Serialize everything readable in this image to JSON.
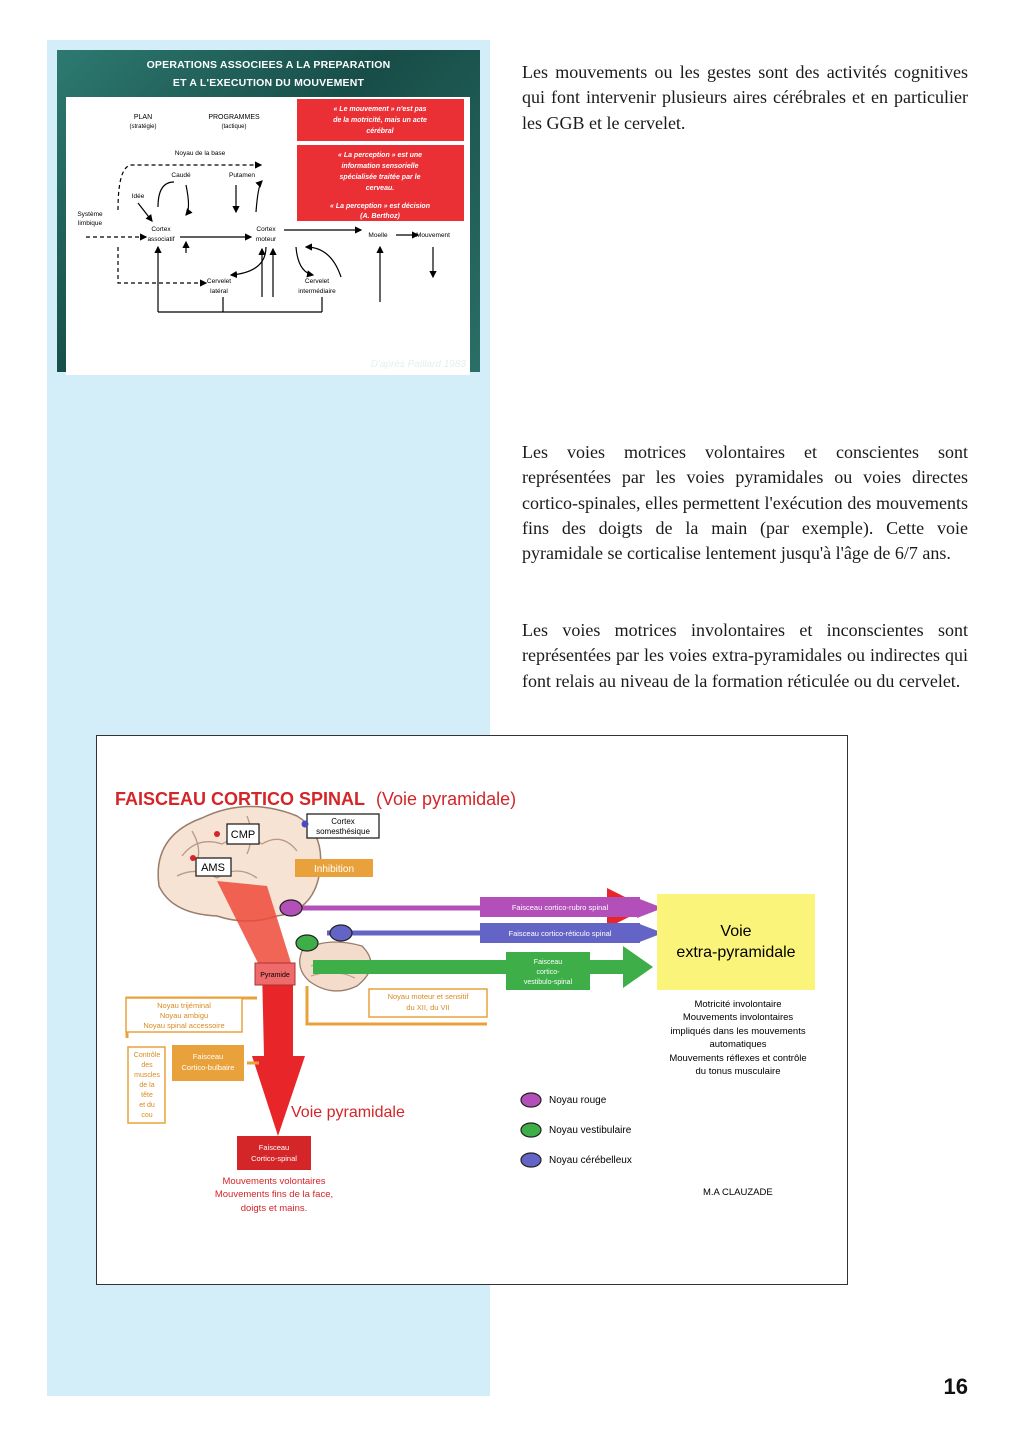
{
  "figure1": {
    "title_line1": "OPERATIONS ASSOCIEES A LA PREPARATION",
    "title_line2": "ET A L'EXECUTION DU MOUVEMENT",
    "plan": "PLAN",
    "plan_sub": "(stratégie)",
    "programmes": "PROGRAMMES",
    "programmes_sub": "(tactique)",
    "noyau_base": "Noyau de la base",
    "caude": "Caudé",
    "putamen": "Putamen",
    "idee": "Idée",
    "systeme": "Système",
    "limbique": "limbique",
    "cortex_assoc_1": "Cortex",
    "cortex_assoc_2": "associatif",
    "cortex_moteur_1": "Cortex",
    "cortex_moteur_2": "moteur",
    "moelle": "Moelle",
    "mouvement": "Mouvement",
    "cervelet_lat_1": "Cervelet",
    "cervelet_lat_2": "latéral",
    "cervelet_int_1": "Cervelet",
    "cervelet_int_2": "intermédiaire",
    "quote1_l1": "« Le mouvement » n'est pas",
    "quote1_l2": "de la motricité, mais un acte",
    "quote1_l3": "cérébral",
    "quote2_l1": "« La perception » est une",
    "quote2_l2": "information sensorielle",
    "quote2_l3": "spécialisée traitée par le",
    "quote2_l4": "cerveau.",
    "quote3_l1": "« La perception » est décision",
    "quote3_l2": "(A. Berthoz)",
    "credit": "D'après Paillard 1983"
  },
  "paragraphs": {
    "p1": "Les mouvements ou les gestes sont des activités cognitives qui font intervenir plusieurs aires cérébrales et en particulier les GGB et le cervelet.",
    "p2": "Les voies motrices volontaires et conscientes sont représentées par les voies pyramidales ou voies directes cortico-spinales, elles permettent l'exécution des mouvements fins des doigts de la main (par exemple). Cette voie pyramidale se corticalise lentement jusqu'à l'âge de 6/7 ans.",
    "p3": "Les voies motrices involontaires et inconscientes sont représentées par les voies extra-pyramidales ou indirectes qui font relais au niveau de la formation réticulée ou du cervelet."
  },
  "figure2": {
    "title_bold": "FAISCEAU CORTICO SPINAL",
    "title_rest": "(Voie pyramidale)",
    "cortex_somes_1": "Cortex",
    "cortex_somes_2": "somesthésique",
    "cmp": "CMP",
    "ams": "AMS",
    "inhibition": "Inhibition",
    "rubro": "Faisceau cortico-rubro spinal",
    "reticulo": "Faisceau cortico-réticulo spinal",
    "vestibulo_1": "Faisceau",
    "vestibulo_2": "cortico-",
    "vestibulo_3": "vestibulo-spinal",
    "extra_1": "Voie",
    "extra_2": "extra-pyramidale",
    "desc_1": "Motricité involontaire",
    "desc_2": "Mouvements involontaires",
    "desc_3": "impliqués dans les mouvements",
    "desc_4": "automatiques",
    "desc_5": "Mouvements réflexes et contrôle",
    "desc_6": "du tonus musculaire",
    "pyramide": "Pyramide",
    "noyau_trij_1": "Noyau trijéminal",
    "noyau_trij_2": "Noyau ambigu",
    "noyau_trij_3": "Noyau spinal accessoire",
    "noyau_mot_1": "Noyau moteur et sensitif",
    "noyau_mot_2": "du XII, du VII",
    "controle": [
      "Contrôle",
      "des",
      "muscles",
      "de la",
      "tête",
      "et du",
      "cou"
    ],
    "bulbaire_1": "Faisceau",
    "bulbaire_2": "Cortico-bulbaire",
    "voie_pyr": "Voie pyramidale",
    "spinal_1": "Faisceau",
    "spinal_2": "Cortico-spinal",
    "vol_1": "Mouvements volontaires",
    "vol_2": "Mouvements fins de la face,",
    "vol_3": "doigts et mains.",
    "legend_rouge": "Noyau rouge",
    "legend_vestib": "Noyau vestibulaire",
    "legend_cereb": "Noyau cérébelleux",
    "author": "M.A CLAUZADE",
    "colors": {
      "red": "#e8262a",
      "orange": "#e9a23b",
      "purple": "#b24fb8",
      "blue": "#6464c6",
      "green": "#3dae48",
      "yellow": "#fbf47a"
    }
  },
  "page_number": "16"
}
